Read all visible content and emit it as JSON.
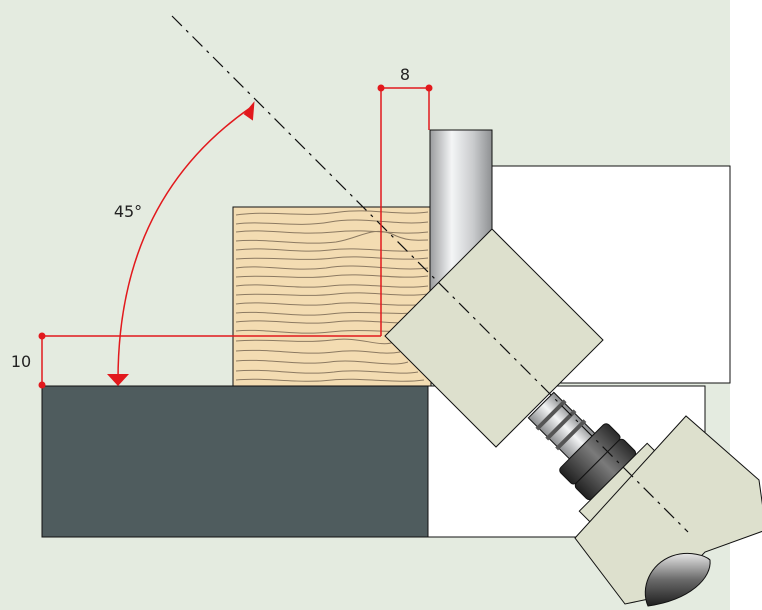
{
  "diagram": {
    "labels": {
      "width_dim": "8",
      "angle_dim": "45°",
      "height_dim": "10"
    },
    "colors": {
      "background": "#e4ebe0",
      "dimension": "#e2191d",
      "table": "#4f5c5e",
      "wood": "#f3dcb2",
      "wood_grain": "#8c7a62",
      "router_body": "#dde0cd",
      "outline": "#111111"
    },
    "parts": {
      "table": "machine-table",
      "workpiece": "wood-workpiece",
      "fence": "vertical-fence",
      "router": "tilted-router-motor",
      "collet": "collet-nut",
      "bit": "cutter-bit"
    }
  }
}
